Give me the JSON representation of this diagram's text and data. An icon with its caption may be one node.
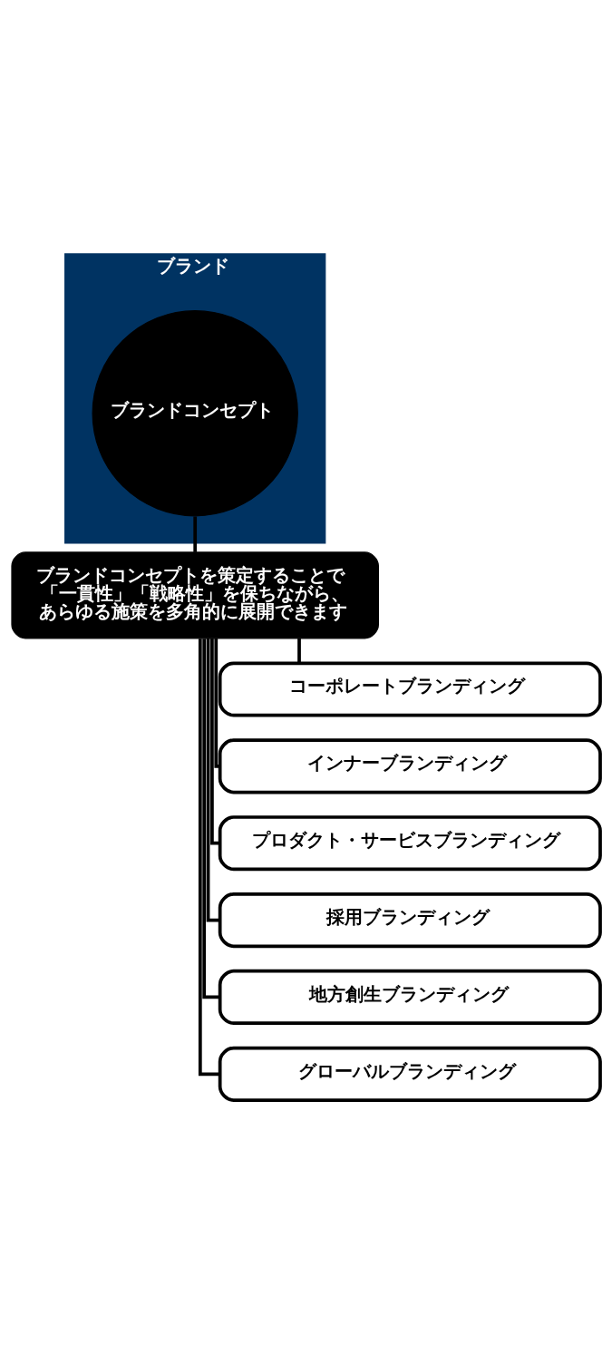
{
  "diagram": {
    "nodes": [
      {
        "text": [
          "ブランド"
        ]
      },
      {
        "text": [
          "ブランドコンセプト"
        ],
        "in": 0
      },
      {
        "text": [
          "ブランドコンセプトを策定することで「一貫性」「戦略性」を保ちながら、あらゆる施策を多角的に展開できます"
        ]
      },
      {
        "text": [
          "コーポレートブランディング"
        ]
      },
      {
        "text": [
          "インナーブランディング"
        ]
      },
      {
        "text": [
          "プロダクト・サービスブランディング"
        ]
      },
      {
        "text": [
          "採用ブランディング"
        ]
      },
      {
        "text": [
          "地方創生ブランディング"
        ]
      },
      {
        "text": [
          "グローバルブランディング"
        ]
      }
    ],
    "edges": [
      {
        "from": 1,
        "to": 2,
        "arrow": "none"
      },
      {
        "from": 2,
        "to": 3,
        "arrow": "none"
      },
      {
        "from": 2,
        "to": 4,
        "arrow": "none"
      },
      {
        "from": 2,
        "to": 5,
        "arrow": "none"
      },
      {
        "from": 2,
        "to": 6,
        "arrow": "none"
      },
      {
        "from": 2,
        "to": 7,
        "arrow": "none"
      },
      {
        "from": 2,
        "to": 8,
        "arrow": "none"
      }
    ]
  }
}
